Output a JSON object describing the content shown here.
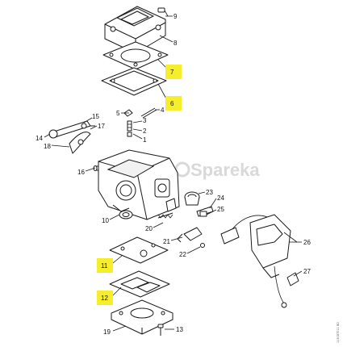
{
  "watermark": "Spareka",
  "reference": "1130DT011 BD",
  "highlight_color": "#f7ee2b",
  "callouts": {
    "c9": "9",
    "c8": "8",
    "c7": "7",
    "c6": "6",
    "c5": "5",
    "c4": "4",
    "c3": "3",
    "c2": "2",
    "c1": "1",
    "c15": "15",
    "c17": "17",
    "c14": "14",
    "c18": "18",
    "c16": "16",
    "c10": "10",
    "c23": "23",
    "c24": "24",
    "c25": "25",
    "c20": "20",
    "c21": "21",
    "c22": "22",
    "c26": "26",
    "c27": "27",
    "c11": "11",
    "c12": "12",
    "c19": "19",
    "c13": "13"
  }
}
